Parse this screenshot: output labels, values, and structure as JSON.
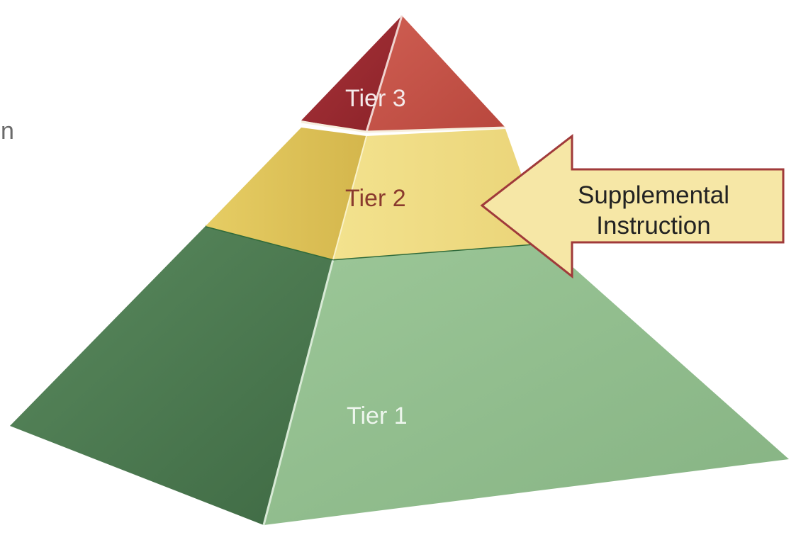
{
  "clipped_text": "n",
  "tiers": [
    {
      "label": "Tier 3",
      "label_color": "#f4eaea"
    },
    {
      "label": "Tier 2",
      "label_color": "#8a3a2e"
    },
    {
      "label": "Tier 1",
      "label_color": "#eef6ee"
    }
  ],
  "arrow": {
    "line1": "Supplemental",
    "line2": "Instruction"
  },
  "colors": {
    "tier3_left": "#9a2a30",
    "tier3_right": "#c55347",
    "tier2_left": "#dcbf55",
    "tier2_right": "#f1df87",
    "tier1_left": "#4e7a52",
    "tier1_right": "#93bf8e",
    "arrow_fill": "#f6e7a6",
    "arrow_stroke": "#a03a3a"
  }
}
